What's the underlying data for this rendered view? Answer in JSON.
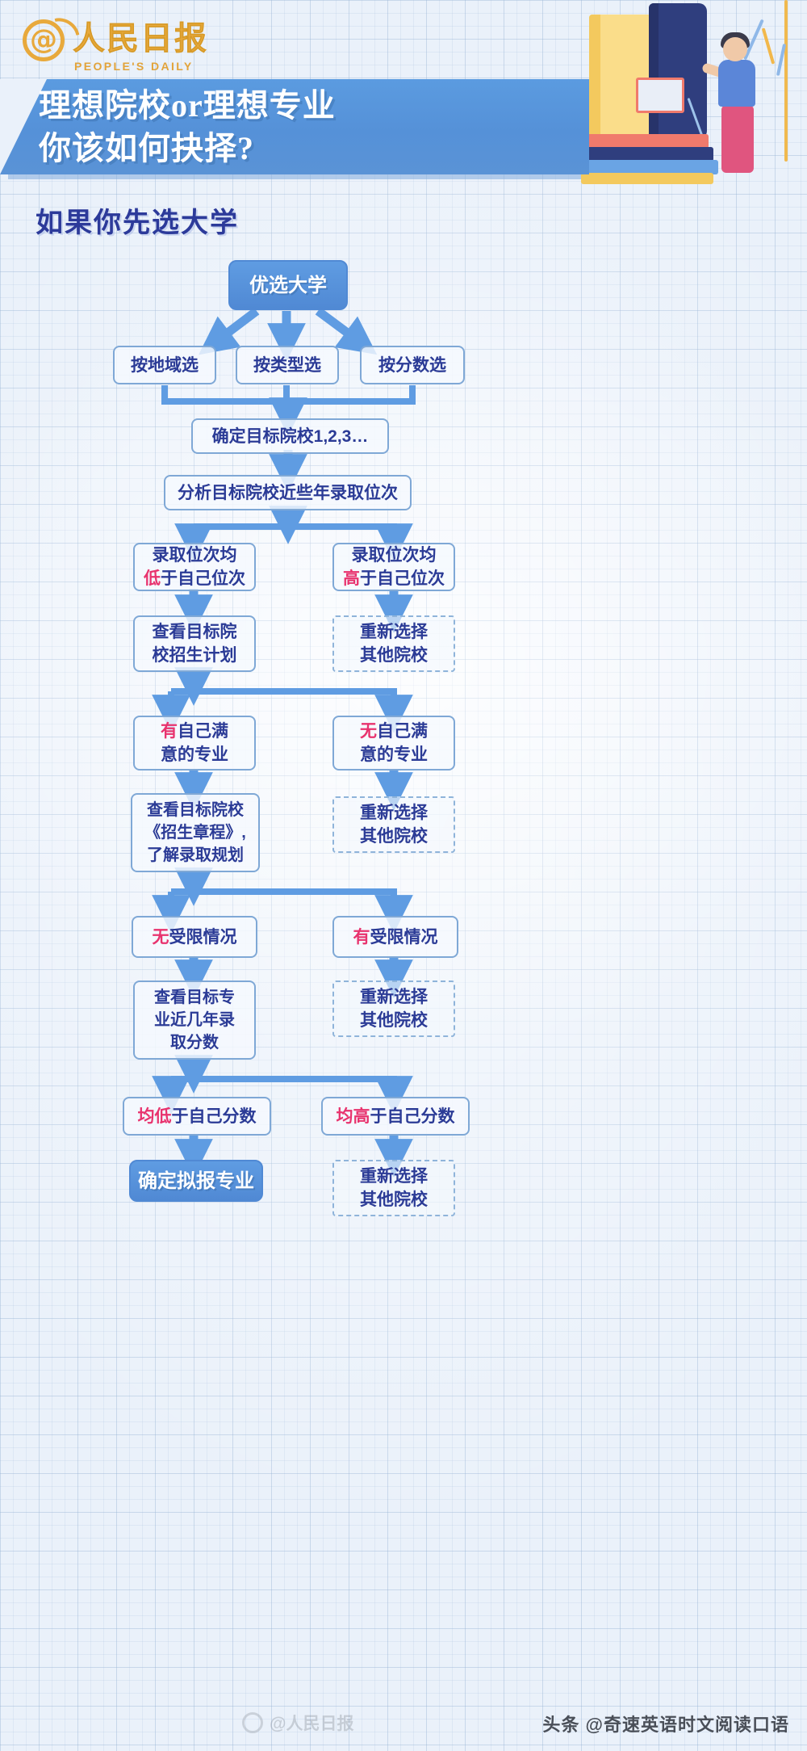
{
  "brand": {
    "logo_cn": "人民日报",
    "logo_en": "PEOPLE'S DAILY",
    "logo_at_icon": "at-sign-icon"
  },
  "banner": {
    "title": "理想院校or理想专业\n你该如何抉择?"
  },
  "section": {
    "heading": "如果你先选大学"
  },
  "footer": {
    "weibo_handle": "@人民日报",
    "source_credit": "头条 @奇速英语时文阅读口语"
  },
  "colors": {
    "accent_blue": "#5089d4",
    "node_text": "#2b3b96",
    "highlight_red": "#e8336e",
    "brand_gold": "#e8a93c",
    "heading_navy": "#2c3a9a"
  },
  "chart_data": {
    "type": "diagram",
    "title": "如果你先选大学",
    "nodes": [
      {
        "id": "n1",
        "label": "优选大学",
        "style": "solid"
      },
      {
        "id": "n2",
        "label": "按地域选",
        "style": "outline"
      },
      {
        "id": "n3",
        "label": "按类型选",
        "style": "outline"
      },
      {
        "id": "n4",
        "label": "按分数选",
        "style": "outline"
      },
      {
        "id": "n5",
        "label": "确定目标院校1,2,3…",
        "style": "outline"
      },
      {
        "id": "n6",
        "label": "分析目标院校近些年录取位次",
        "style": "outline"
      },
      {
        "id": "n7",
        "label": "录取位次均\n低于自己位次",
        "style": "outline",
        "highlight": "低"
      },
      {
        "id": "n8",
        "label": "录取位次均\n高于自己位次",
        "style": "outline",
        "highlight": "高"
      },
      {
        "id": "n9",
        "label": "查看目标院\n校招生计划",
        "style": "outline"
      },
      {
        "id": "n10",
        "label": "重新选择\n其他院校",
        "style": "dashed"
      },
      {
        "id": "n11",
        "label": "有自己满\n意的专业",
        "style": "outline",
        "highlight": "有"
      },
      {
        "id": "n12",
        "label": "无自己满\n意的专业",
        "style": "outline",
        "highlight": "无"
      },
      {
        "id": "n13",
        "label": "查看目标院校\n《招生章程》,\n了解录取规划",
        "style": "outline"
      },
      {
        "id": "n14",
        "label": "重新选择\n其他院校",
        "style": "dashed"
      },
      {
        "id": "n15",
        "label": "无受限情况",
        "style": "outline",
        "highlight": "无"
      },
      {
        "id": "n16",
        "label": "有受限情况",
        "style": "outline",
        "highlight": "有"
      },
      {
        "id": "n17",
        "label": "查看目标专\n业近几年录\n取分数",
        "style": "outline"
      },
      {
        "id": "n18",
        "label": "重新选择\n其他院校",
        "style": "dashed"
      },
      {
        "id": "n19",
        "label": "均低于自己分数",
        "style": "outline",
        "highlight": "均低"
      },
      {
        "id": "n20",
        "label": "均高于自己分数",
        "style": "outline",
        "highlight": "均高"
      },
      {
        "id": "n21",
        "label": "确定拟报专业",
        "style": "solid"
      },
      {
        "id": "n22",
        "label": "重新选择\n其他院校",
        "style": "dashed"
      }
    ],
    "edges": [
      [
        "n1",
        "n2"
      ],
      [
        "n1",
        "n3"
      ],
      [
        "n1",
        "n4"
      ],
      [
        "n2",
        "n5"
      ],
      [
        "n3",
        "n5"
      ],
      [
        "n4",
        "n5"
      ],
      [
        "n5",
        "n6"
      ],
      [
        "n6",
        "n7"
      ],
      [
        "n6",
        "n8"
      ],
      [
        "n7",
        "n9"
      ],
      [
        "n8",
        "n10"
      ],
      [
        "n9",
        "n11"
      ],
      [
        "n9",
        "n12"
      ],
      [
        "n11",
        "n13"
      ],
      [
        "n12",
        "n14"
      ],
      [
        "n13",
        "n15"
      ],
      [
        "n13",
        "n16"
      ],
      [
        "n15",
        "n17"
      ],
      [
        "n16",
        "n18"
      ],
      [
        "n17",
        "n19"
      ],
      [
        "n17",
        "n20"
      ],
      [
        "n19",
        "n21"
      ],
      [
        "n20",
        "n22"
      ]
    ]
  }
}
